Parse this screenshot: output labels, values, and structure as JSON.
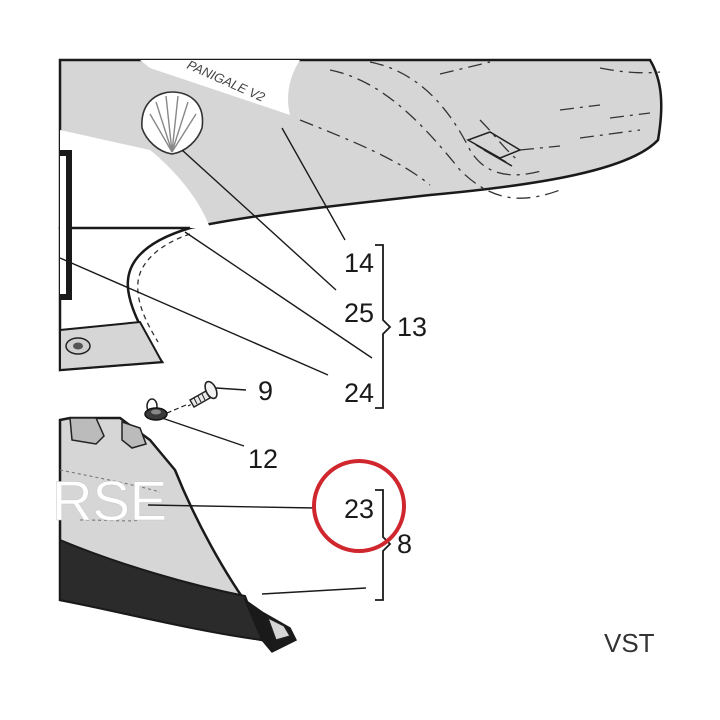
{
  "diagram": {
    "callouts": {
      "c14": "14",
      "c25": "25",
      "c13": "13",
      "c24": "24",
      "c9": "9",
      "c12": "12",
      "c23": "23",
      "c8": "8"
    },
    "decals": {
      "model_text": "PANIGALE V2",
      "lower_text": "RSE"
    },
    "reference_code": "VST",
    "highlight_color": "#d0272e",
    "panel_color": "#d6d6d6",
    "band_color": "#2b2b2b"
  }
}
